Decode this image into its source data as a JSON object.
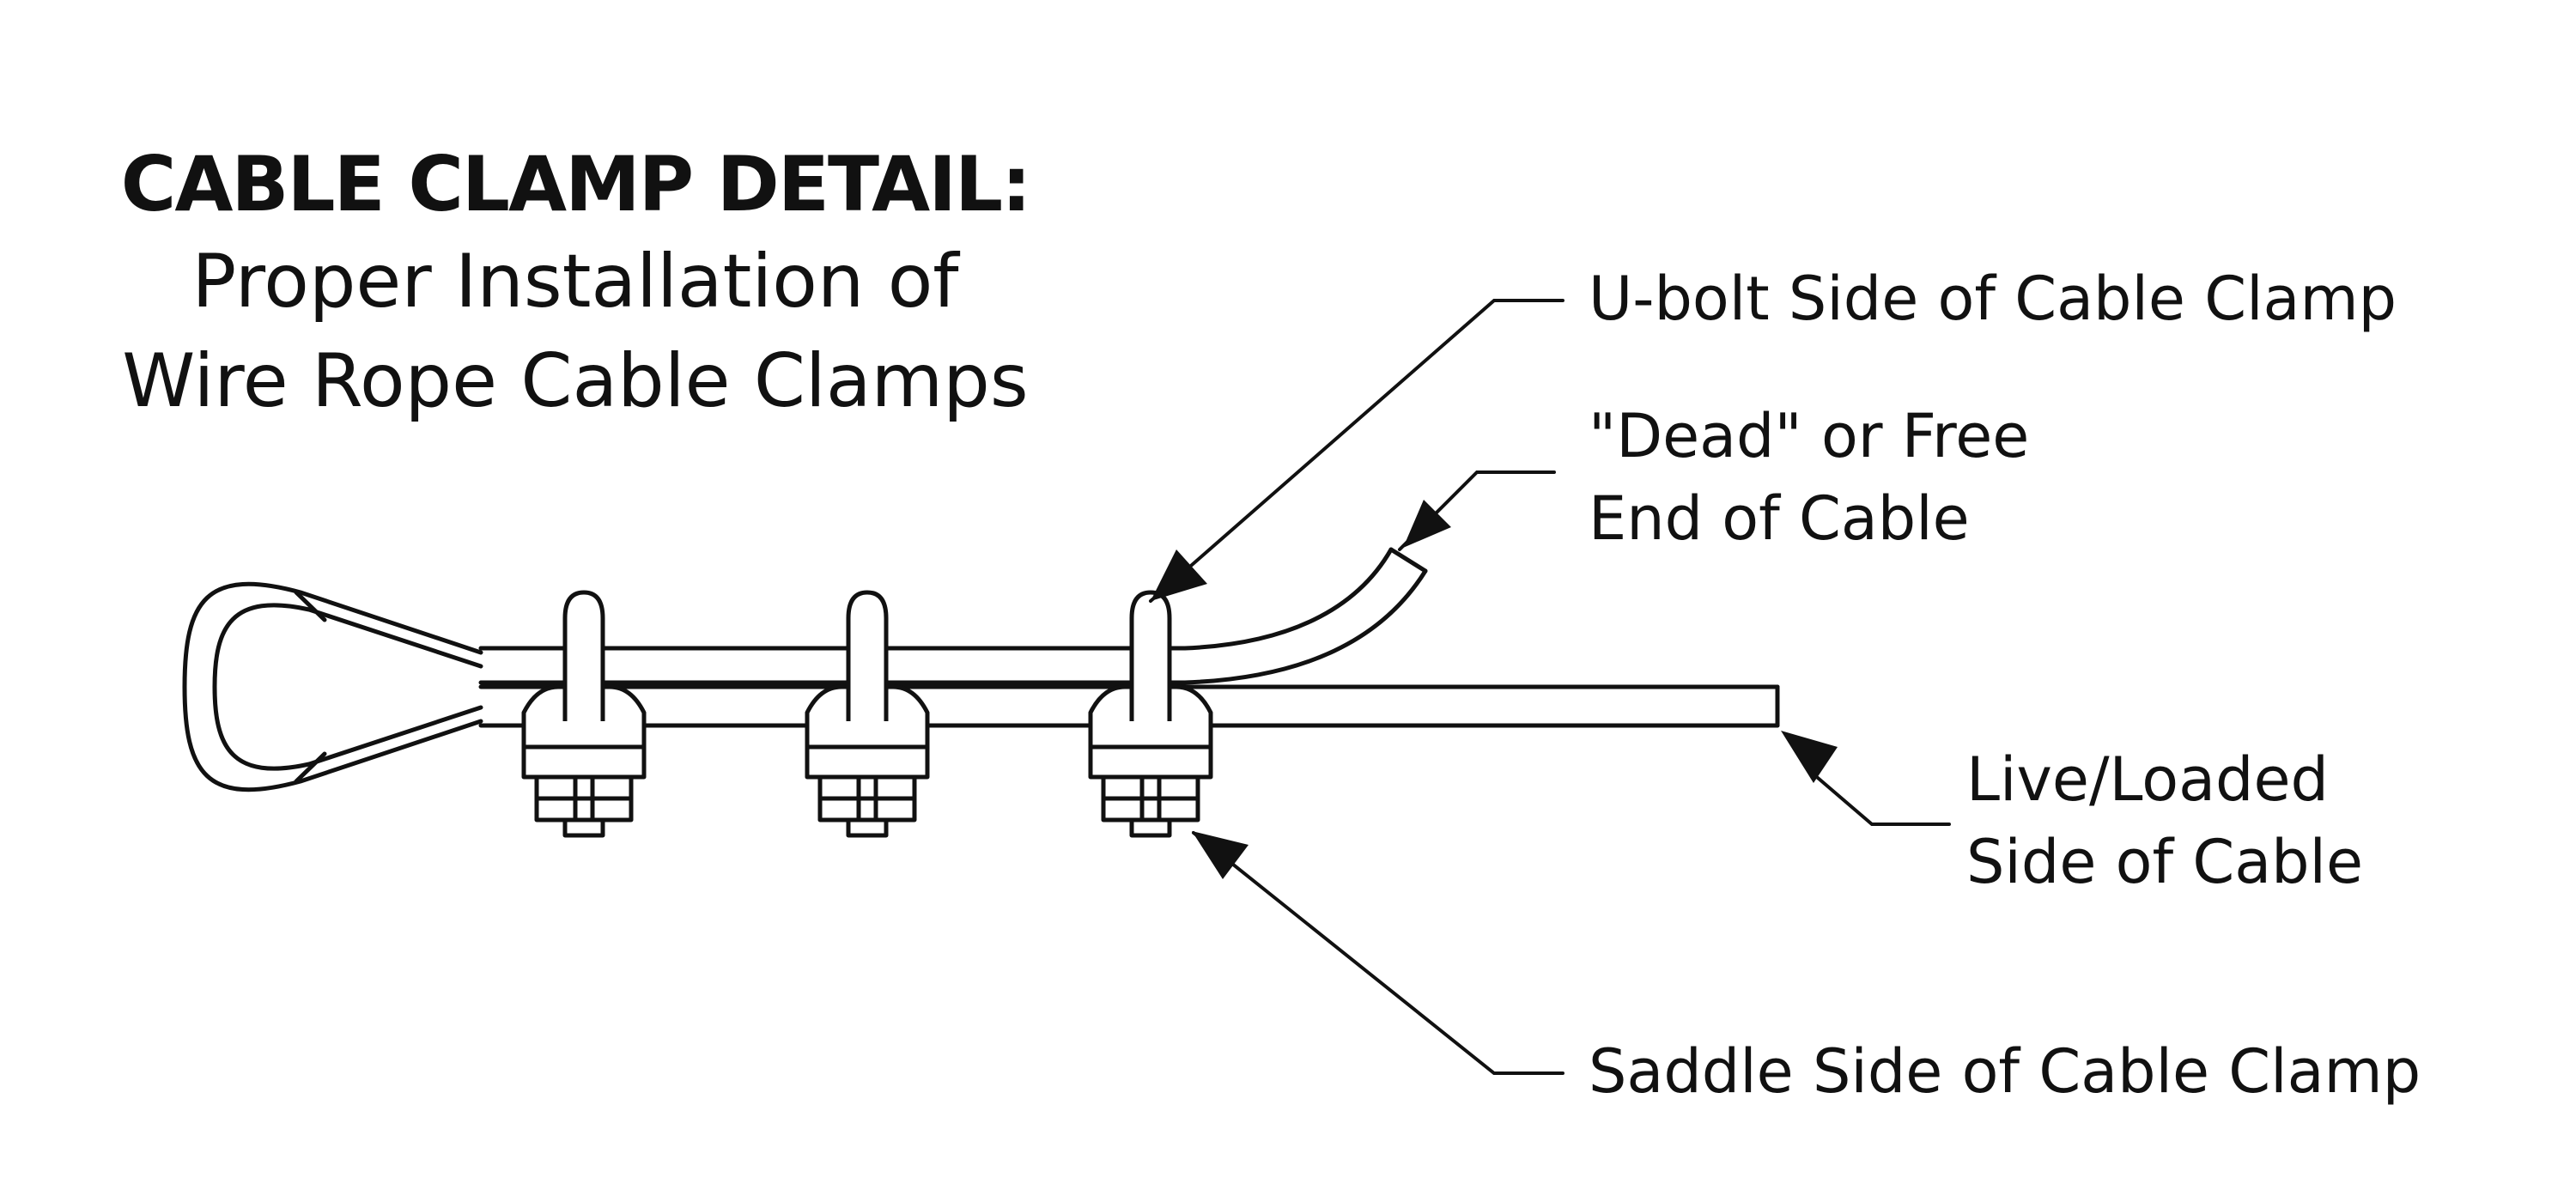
{
  "title": {
    "main": "CABLE CLAMP DETAIL:",
    "sub_line1": "Proper Installation of",
    "sub_line2": "Wire Rope Cable Clamps"
  },
  "callouts": {
    "ubolt": "U-bolt Side of Cable Clamp",
    "dead_line1": "\"Dead\" or Free",
    "dead_line2": "End of Cable",
    "live_line1": "Live/Loaded",
    "live_line2": "Side of Cable",
    "saddle": "Saddle Side of Cable Clamp"
  },
  "colors": {
    "line": "#111111",
    "background": "#ffffff"
  }
}
